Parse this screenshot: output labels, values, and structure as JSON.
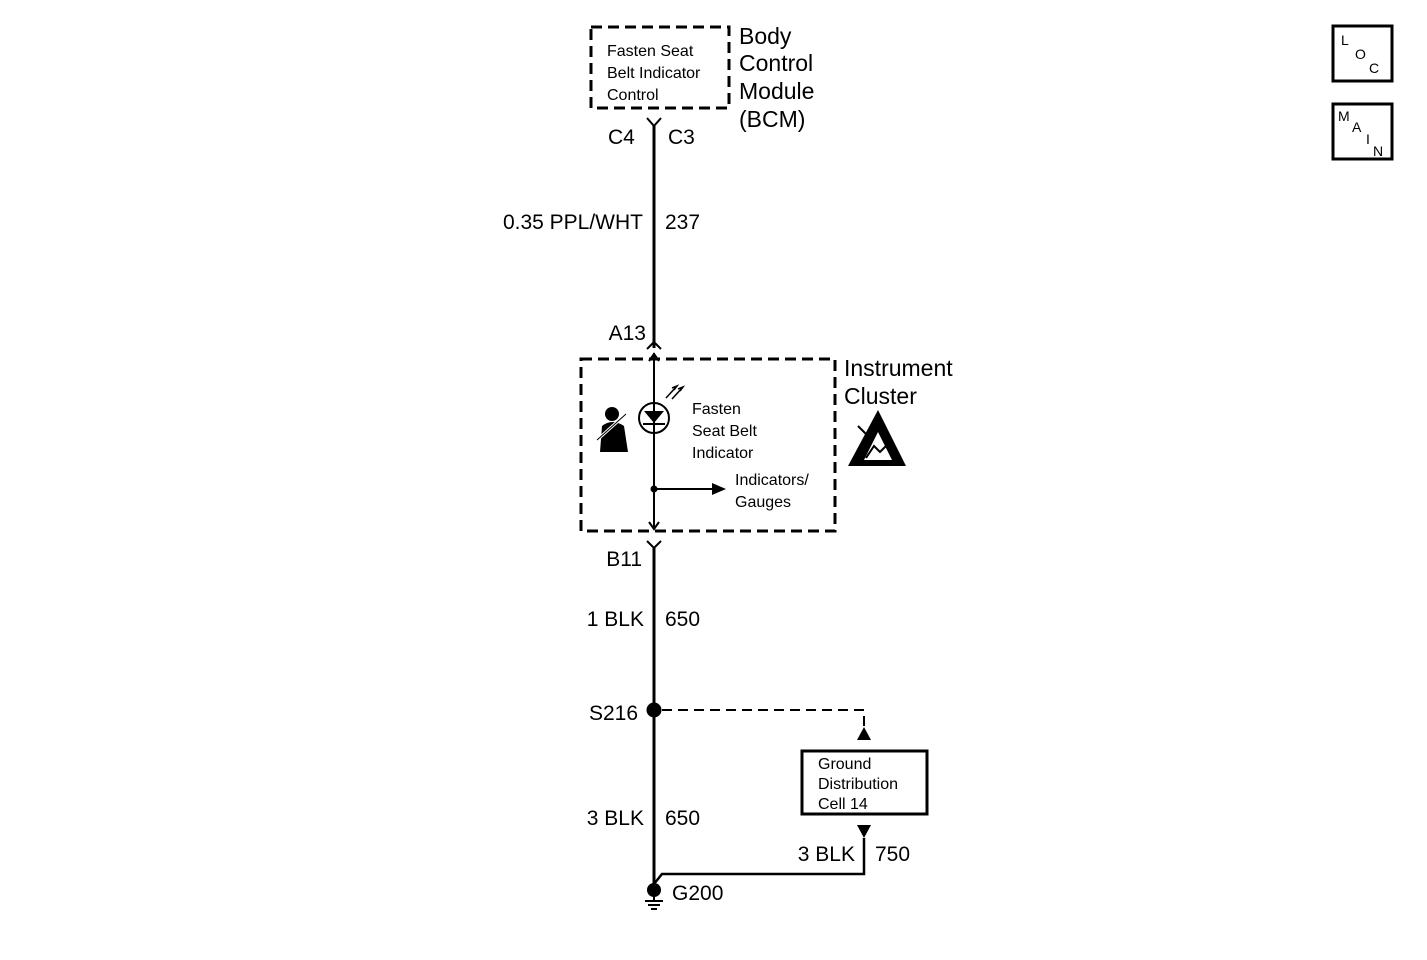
{
  "bcm": {
    "title_lines": [
      "Body",
      "Control",
      "Module",
      "(BCM)"
    ],
    "internal_lines": [
      "Fasten Seat",
      "Belt Indicator",
      "Control"
    ],
    "pin_left": "C4",
    "pin_right": "C3"
  },
  "wire_top": {
    "gauge_color": "0.35 PPL/WHT",
    "circuit": "237"
  },
  "cluster": {
    "title_lines": [
      "Instrument",
      "Cluster"
    ],
    "pin_top": "A13",
    "pin_bottom": "B11",
    "indicator_lines": [
      "Fasten",
      "Seat Belt",
      "Indicator"
    ],
    "output_lines": [
      "Indicators/",
      "Gauges"
    ]
  },
  "wire_mid": {
    "gauge_color": "1 BLK",
    "circuit": "650"
  },
  "splice": {
    "label": "S216"
  },
  "wire_low": {
    "gauge_color": "3 BLK",
    "circuit": "650"
  },
  "ground_distribution": {
    "lines": [
      "Ground",
      "Distribution",
      "Cell 14"
    ]
  },
  "wire_ground": {
    "gauge_color": "3 BLK",
    "circuit": "750"
  },
  "ground": {
    "label": "G200"
  },
  "nav": {
    "loc": {
      "letters": [
        "L",
        "O",
        "C"
      ]
    },
    "main": {
      "letters": [
        "M",
        "A",
        "I",
        "N"
      ]
    }
  }
}
